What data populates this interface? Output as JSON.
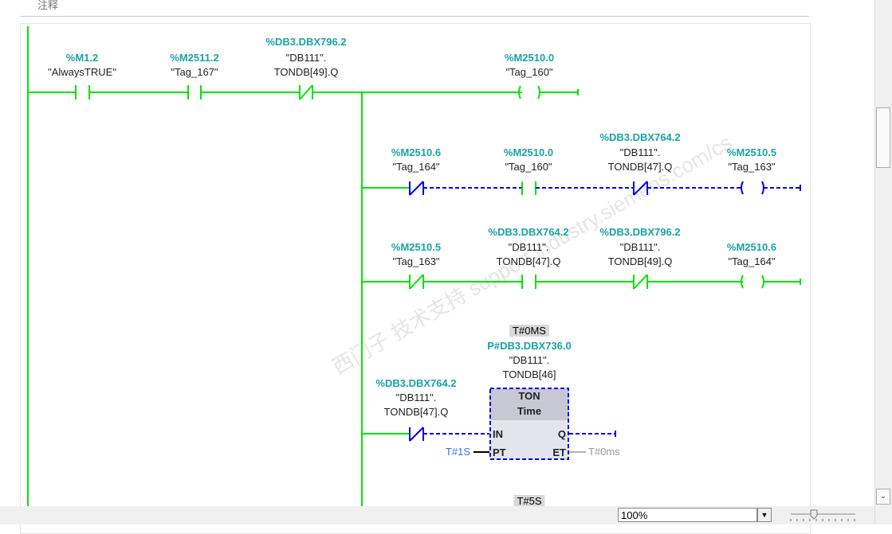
{
  "header": {
    "comment_label": "注释"
  },
  "rungs": [
    {
      "elements": [
        {
          "address": "%M1.2",
          "tag": "\"AlwaysTRUE\""
        },
        {
          "address": "%M2511.2",
          "tag": "\"Tag_167\""
        },
        {
          "address": "%DB3.DBX796.2",
          "tag": "\"DB111\".",
          "member": "TONDB[49].Q"
        },
        {
          "address": "%M2510.0",
          "tag": "\"Tag_160\""
        }
      ]
    },
    {
      "elements": [
        {
          "address": "%M2510.6",
          "tag": "\"Tag_164\""
        },
        {
          "address": "%M2510.0",
          "tag": "\"Tag_160\""
        },
        {
          "address": "%DB3.DBX764.2",
          "tag": "\"DB111\".",
          "member": "TONDB[47].Q"
        },
        {
          "address": "%M2510.5",
          "tag": "\"Tag_163\""
        }
      ]
    },
    {
      "elements": [
        {
          "address": "%M2510.5",
          "tag": "\"Tag_163\""
        },
        {
          "address": "%DB3.DBX764.2",
          "tag": "\"DB111\".",
          "member": "TONDB[47].Q"
        },
        {
          "address": "%DB3.DBX796.2",
          "tag": "\"DB111\".",
          "member": "TONDB[49].Q"
        },
        {
          "address": "%M2510.6",
          "tag": "\"Tag_164\""
        }
      ]
    },
    {
      "elements": [
        {
          "address": "%DB3.DBX764.2",
          "tag": "\"DB111\".",
          "member": "TONDB[47].Q"
        }
      ],
      "timer": {
        "monitor_value": "T#0MS",
        "address": "P#DB3.DBX736.0",
        "tag": "\"DB111\".",
        "member": "TONDB[46]",
        "type": "TON",
        "subtype": "Time",
        "in": "IN",
        "q": "Q",
        "pt": "PT",
        "et": "ET",
        "pt_value": "T#1S",
        "et_value": "T#0ms"
      }
    },
    {
      "monitor_value": "T#5S"
    }
  ],
  "statusbar": {
    "zoom": "100%",
    "zoom_slider_fraction": 0.35
  },
  "watermark": "西门子 技术支持 support.industry.siemens.com/cs",
  "colors": {
    "powered": "#00e600",
    "unpowered": "#0000ee",
    "address": "#1aa3a3"
  }
}
